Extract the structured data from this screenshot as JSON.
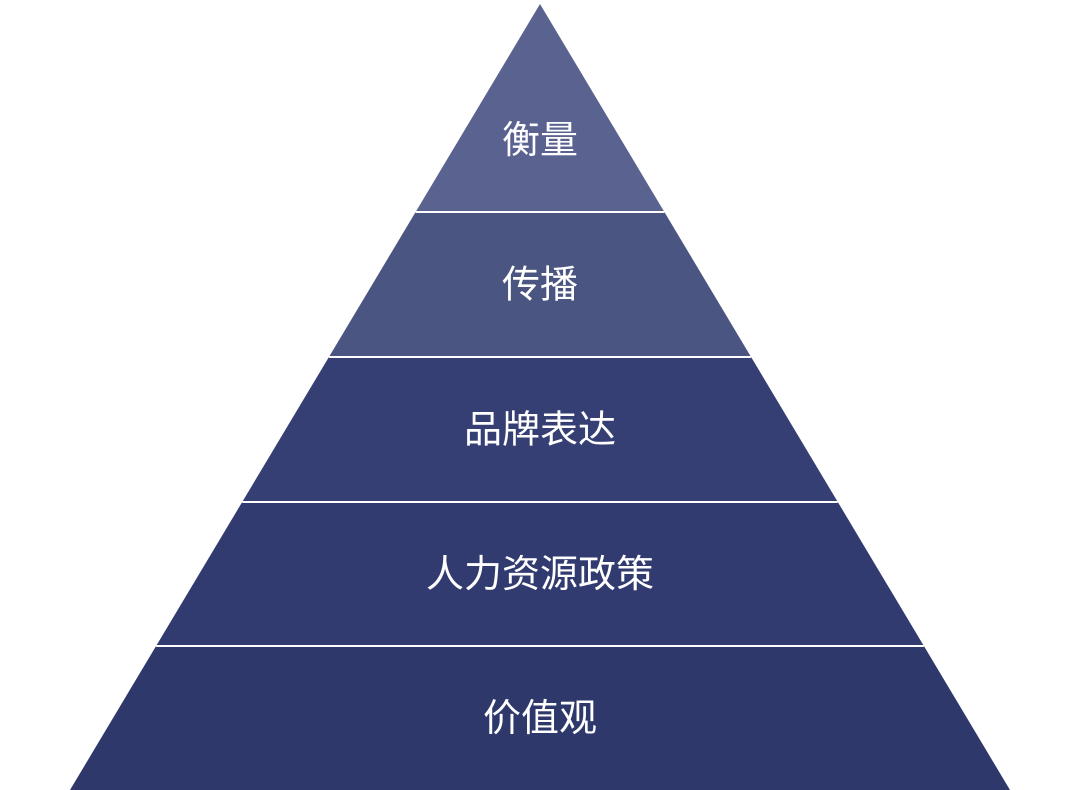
{
  "diagram": {
    "type": "pyramid",
    "separator_color": "#ffffff",
    "layers": [
      {
        "label": "衡量",
        "color": "#5a6290"
      },
      {
        "label": "传播",
        "color": "#4b5582"
      },
      {
        "label": "品牌表达",
        "color": "#363f73"
      },
      {
        "label": "人力资源政策",
        "color": "#313b6f"
      },
      {
        "label": "价值观",
        "color": "#2e386b"
      }
    ]
  }
}
